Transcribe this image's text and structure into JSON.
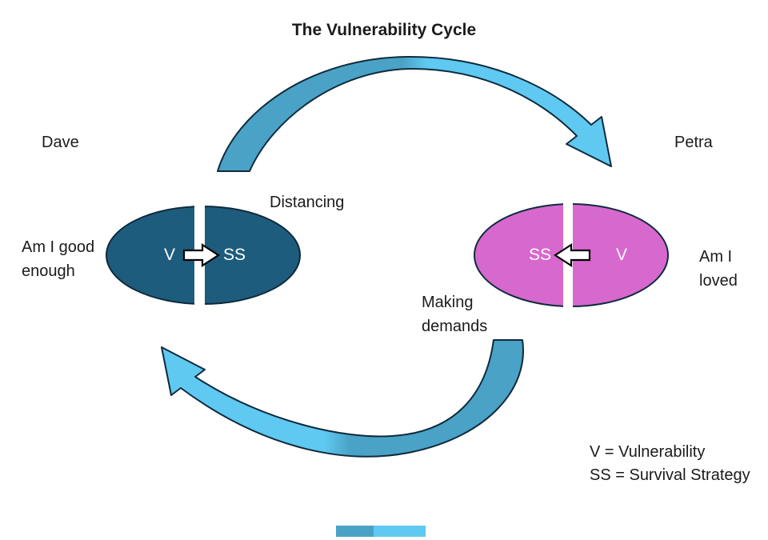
{
  "title": "The Vulnerability Cycle",
  "left_person": {
    "name": "Dave",
    "question": [
      "Am I good",
      "enough"
    ],
    "strategy_label": "Distancing",
    "vulnerability_abbr": "V",
    "strategy_abbr": "SS"
  },
  "right_person": {
    "name": "Petra",
    "question": [
      "Am I",
      "loved"
    ],
    "strategy_label": [
      "Making",
      "demands"
    ],
    "vulnerability_abbr": "V",
    "strategy_abbr": "SS"
  },
  "legend": {
    "line1": "V = Vulnerability",
    "line2": "SS = Survival Strategy"
  },
  "colors": {
    "dark_ellipse": "#1E5C7E",
    "pink_ellipse": "#D768CE",
    "arrow_dark": "#4AA2C6",
    "arrow_light": "#5FC9F2",
    "outline": "#0F2B3C",
    "text": "#1B1B1B",
    "scrollbar": "#5FC9F2"
  }
}
